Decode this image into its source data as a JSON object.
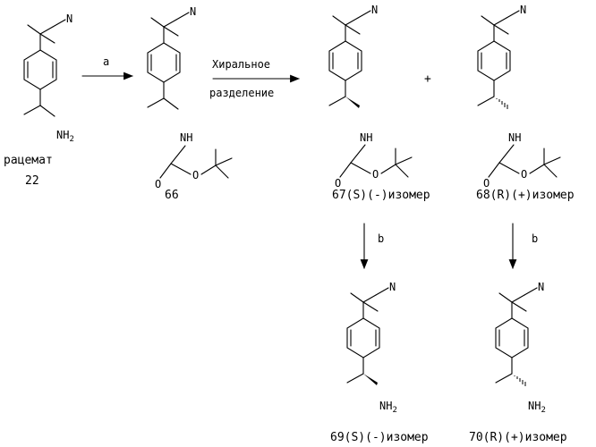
{
  "atoms": {
    "nitrogen": "N",
    "amine_group": "NH",
    "amine_subscript": "2",
    "nh": "NH",
    "oxygen": "O"
  },
  "steps": {
    "a": "a",
    "b": "b",
    "chiral_separation_line1": "Хиральное",
    "chiral_separation_line2": "разделение",
    "plus": "+"
  },
  "compounds": {
    "racemate_word": "рацемат",
    "racemate_number": "22",
    "c66": "66",
    "c67": "67(S)(-)изомер",
    "c68": "68(R)(+)изомер",
    "c69": "69(S)(-)изомер",
    "c70": "70(R)(+)изомер"
  }
}
